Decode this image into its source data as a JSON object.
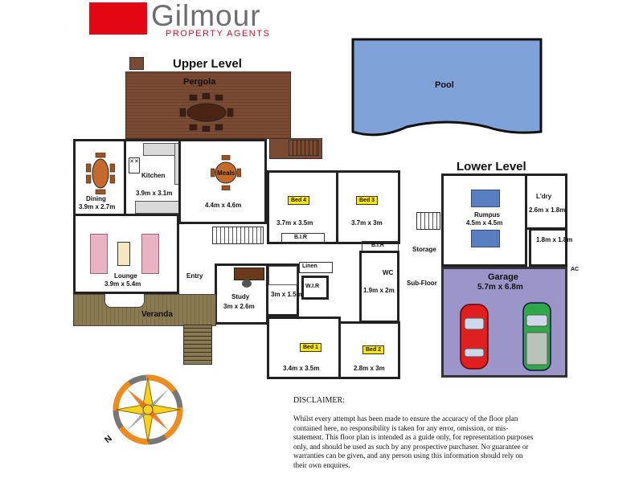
{
  "logo": {
    "name": "Gilmour",
    "subtitle": "PROPERTY AGENTS"
  },
  "levels": {
    "upper": "Upper Level",
    "lower": "Lower Level"
  },
  "rooms": {
    "pergola": "Pergola",
    "pool": "Pool",
    "dining": {
      "name": "Dining",
      "size": "3.9m x 2.7m"
    },
    "kitchen": {
      "name": "Kitchen",
      "size": "3.9m x 3.1m"
    },
    "meals": {
      "name": "Meals",
      "size": "4.4m x 4.6m"
    },
    "bed4": {
      "name": "Bed 4",
      "size": "3.7m x 3.5m"
    },
    "bed3": {
      "name": "Bed 3",
      "size": "3.7m x 3m"
    },
    "bir1": "B.I.R",
    "bir2": "B.I.R",
    "lounge": {
      "name": "Lounge",
      "size": "3.9m x 5.4m"
    },
    "entry": "Entry",
    "study": {
      "name": "Study",
      "size": "3m x 2.6m"
    },
    "linen": "Linen",
    "wir": "W.I.R",
    "bath": "3m x 1.5m",
    "wc": "WC",
    "ensuite": "1.9m x 2m",
    "veranda": "Veranda",
    "bed1": {
      "name": "Bed 1",
      "size": "3.4m x 3.5m"
    },
    "bed2": {
      "name": "Bed 2",
      "size": "2.8m x 3m"
    },
    "rumpus": {
      "name": "Rumpus",
      "size": "4.5m x 4.5m"
    },
    "laundry": {
      "name": "L'dry",
      "size": "2.6m x 1.8m"
    },
    "shower": "1.8m x 1.8m",
    "storage": "Storage",
    "subfloor": "Sub-Floor",
    "garage": {
      "name": "Garage",
      "size": "5.7m x 6.8m"
    },
    "ac": "AC"
  },
  "compass": {
    "north": "N"
  },
  "disclaimer": {
    "heading": "DISCLAIMER:",
    "body": "Whilst every attempt has been made to ensure the accuracy of the floor plan contained here, no responsibility is taken for any error, omission, or mis-statement. This floor plan is intended as a guide only, for representation purposes only, and should be used as such by any prospective purchaser. No guarantee or warranties can be given, and any person using this information should rely on their own enquires."
  },
  "colors": {
    "brand_red": "#e30613",
    "pool": "#7fa2d8",
    "pergola": "#7b4a32",
    "veranda": "#8a7a52",
    "garage": "#9b95c9",
    "bed_tag": "#ffe800"
  }
}
